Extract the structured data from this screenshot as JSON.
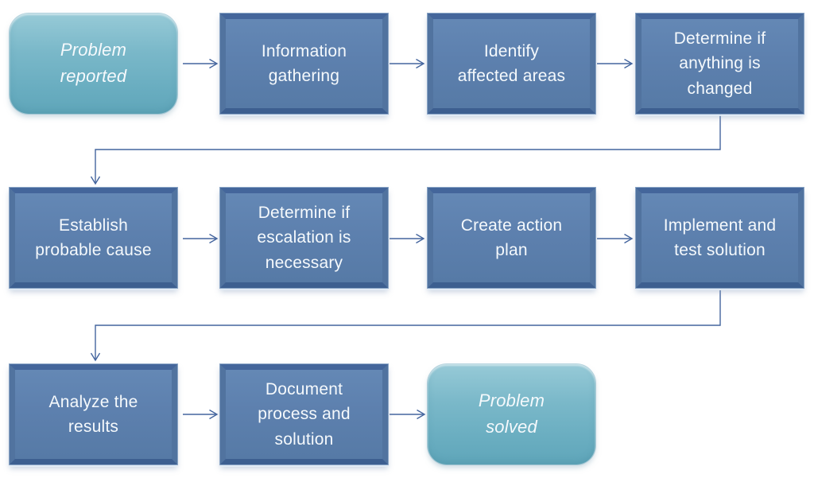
{
  "diagram": {
    "type": "flowchart",
    "background": "#ffffff",
    "colors": {
      "process_fill": "#5d80ae",
      "process_bevel_top": "#44669b",
      "process_bevel_bottom": "#3d5f90",
      "terminator_fill": "#6fb2c4",
      "connector": "#44659e",
      "label_text": "#f5f9fc"
    },
    "nodes": [
      {
        "id": "problem-reported",
        "type": "terminator",
        "label": "Problem\nreported",
        "row": 1,
        "col": 1
      },
      {
        "id": "information-gathering",
        "type": "process",
        "label": "Information\ngathering",
        "row": 1,
        "col": 2
      },
      {
        "id": "identify-affected-areas",
        "type": "process",
        "label": "Identify\naffected areas",
        "row": 1,
        "col": 3
      },
      {
        "id": "determine-if-anything-is-changed",
        "type": "process",
        "label": "Determine if\nanything is\nchanged",
        "row": 1,
        "col": 4
      },
      {
        "id": "establish-probable-cause",
        "type": "process",
        "label": "Establish\nprobable cause",
        "row": 2,
        "col": 1
      },
      {
        "id": "determine-if-escalation-is-necessary",
        "type": "process",
        "label": "Determine if\nescalation is\nnecessary",
        "row": 2,
        "col": 2
      },
      {
        "id": "create-action-plan",
        "type": "process",
        "label": "Create action\nplan",
        "row": 2,
        "col": 3
      },
      {
        "id": "implement-and-test-solution",
        "type": "process",
        "label": "Implement and\ntest solution",
        "row": 2,
        "col": 4
      },
      {
        "id": "analyze-the-results",
        "type": "process",
        "label": "Analyze the\nresults",
        "row": 3,
        "col": 1
      },
      {
        "id": "document-process-and-solution",
        "type": "process",
        "label": "Document\nprocess and\nsolution",
        "row": 3,
        "col": 2
      },
      {
        "id": "problem-solved",
        "type": "terminator",
        "label": "Problem\nsolved",
        "row": 3,
        "col": 3
      }
    ],
    "edges": [
      {
        "from": "problem-reported",
        "to": "information-gathering",
        "style": "straight"
      },
      {
        "from": "information-gathering",
        "to": "identify-affected-areas",
        "style": "straight"
      },
      {
        "from": "identify-affected-areas",
        "to": "determine-if-anything-is-changed",
        "style": "straight"
      },
      {
        "from": "determine-if-anything-is-changed",
        "to": "establish-probable-cause",
        "style": "elbow"
      },
      {
        "from": "establish-probable-cause",
        "to": "determine-if-escalation-is-necessary",
        "style": "straight"
      },
      {
        "from": "determine-if-escalation-is-necessary",
        "to": "create-action-plan",
        "style": "straight"
      },
      {
        "from": "create-action-plan",
        "to": "implement-and-test-solution",
        "style": "straight"
      },
      {
        "from": "implement-and-test-solution",
        "to": "analyze-the-results",
        "style": "elbow"
      },
      {
        "from": "analyze-the-results",
        "to": "document-process-and-solution",
        "style": "straight"
      },
      {
        "from": "document-process-and-solution",
        "to": "problem-solved",
        "style": "straight"
      }
    ]
  }
}
